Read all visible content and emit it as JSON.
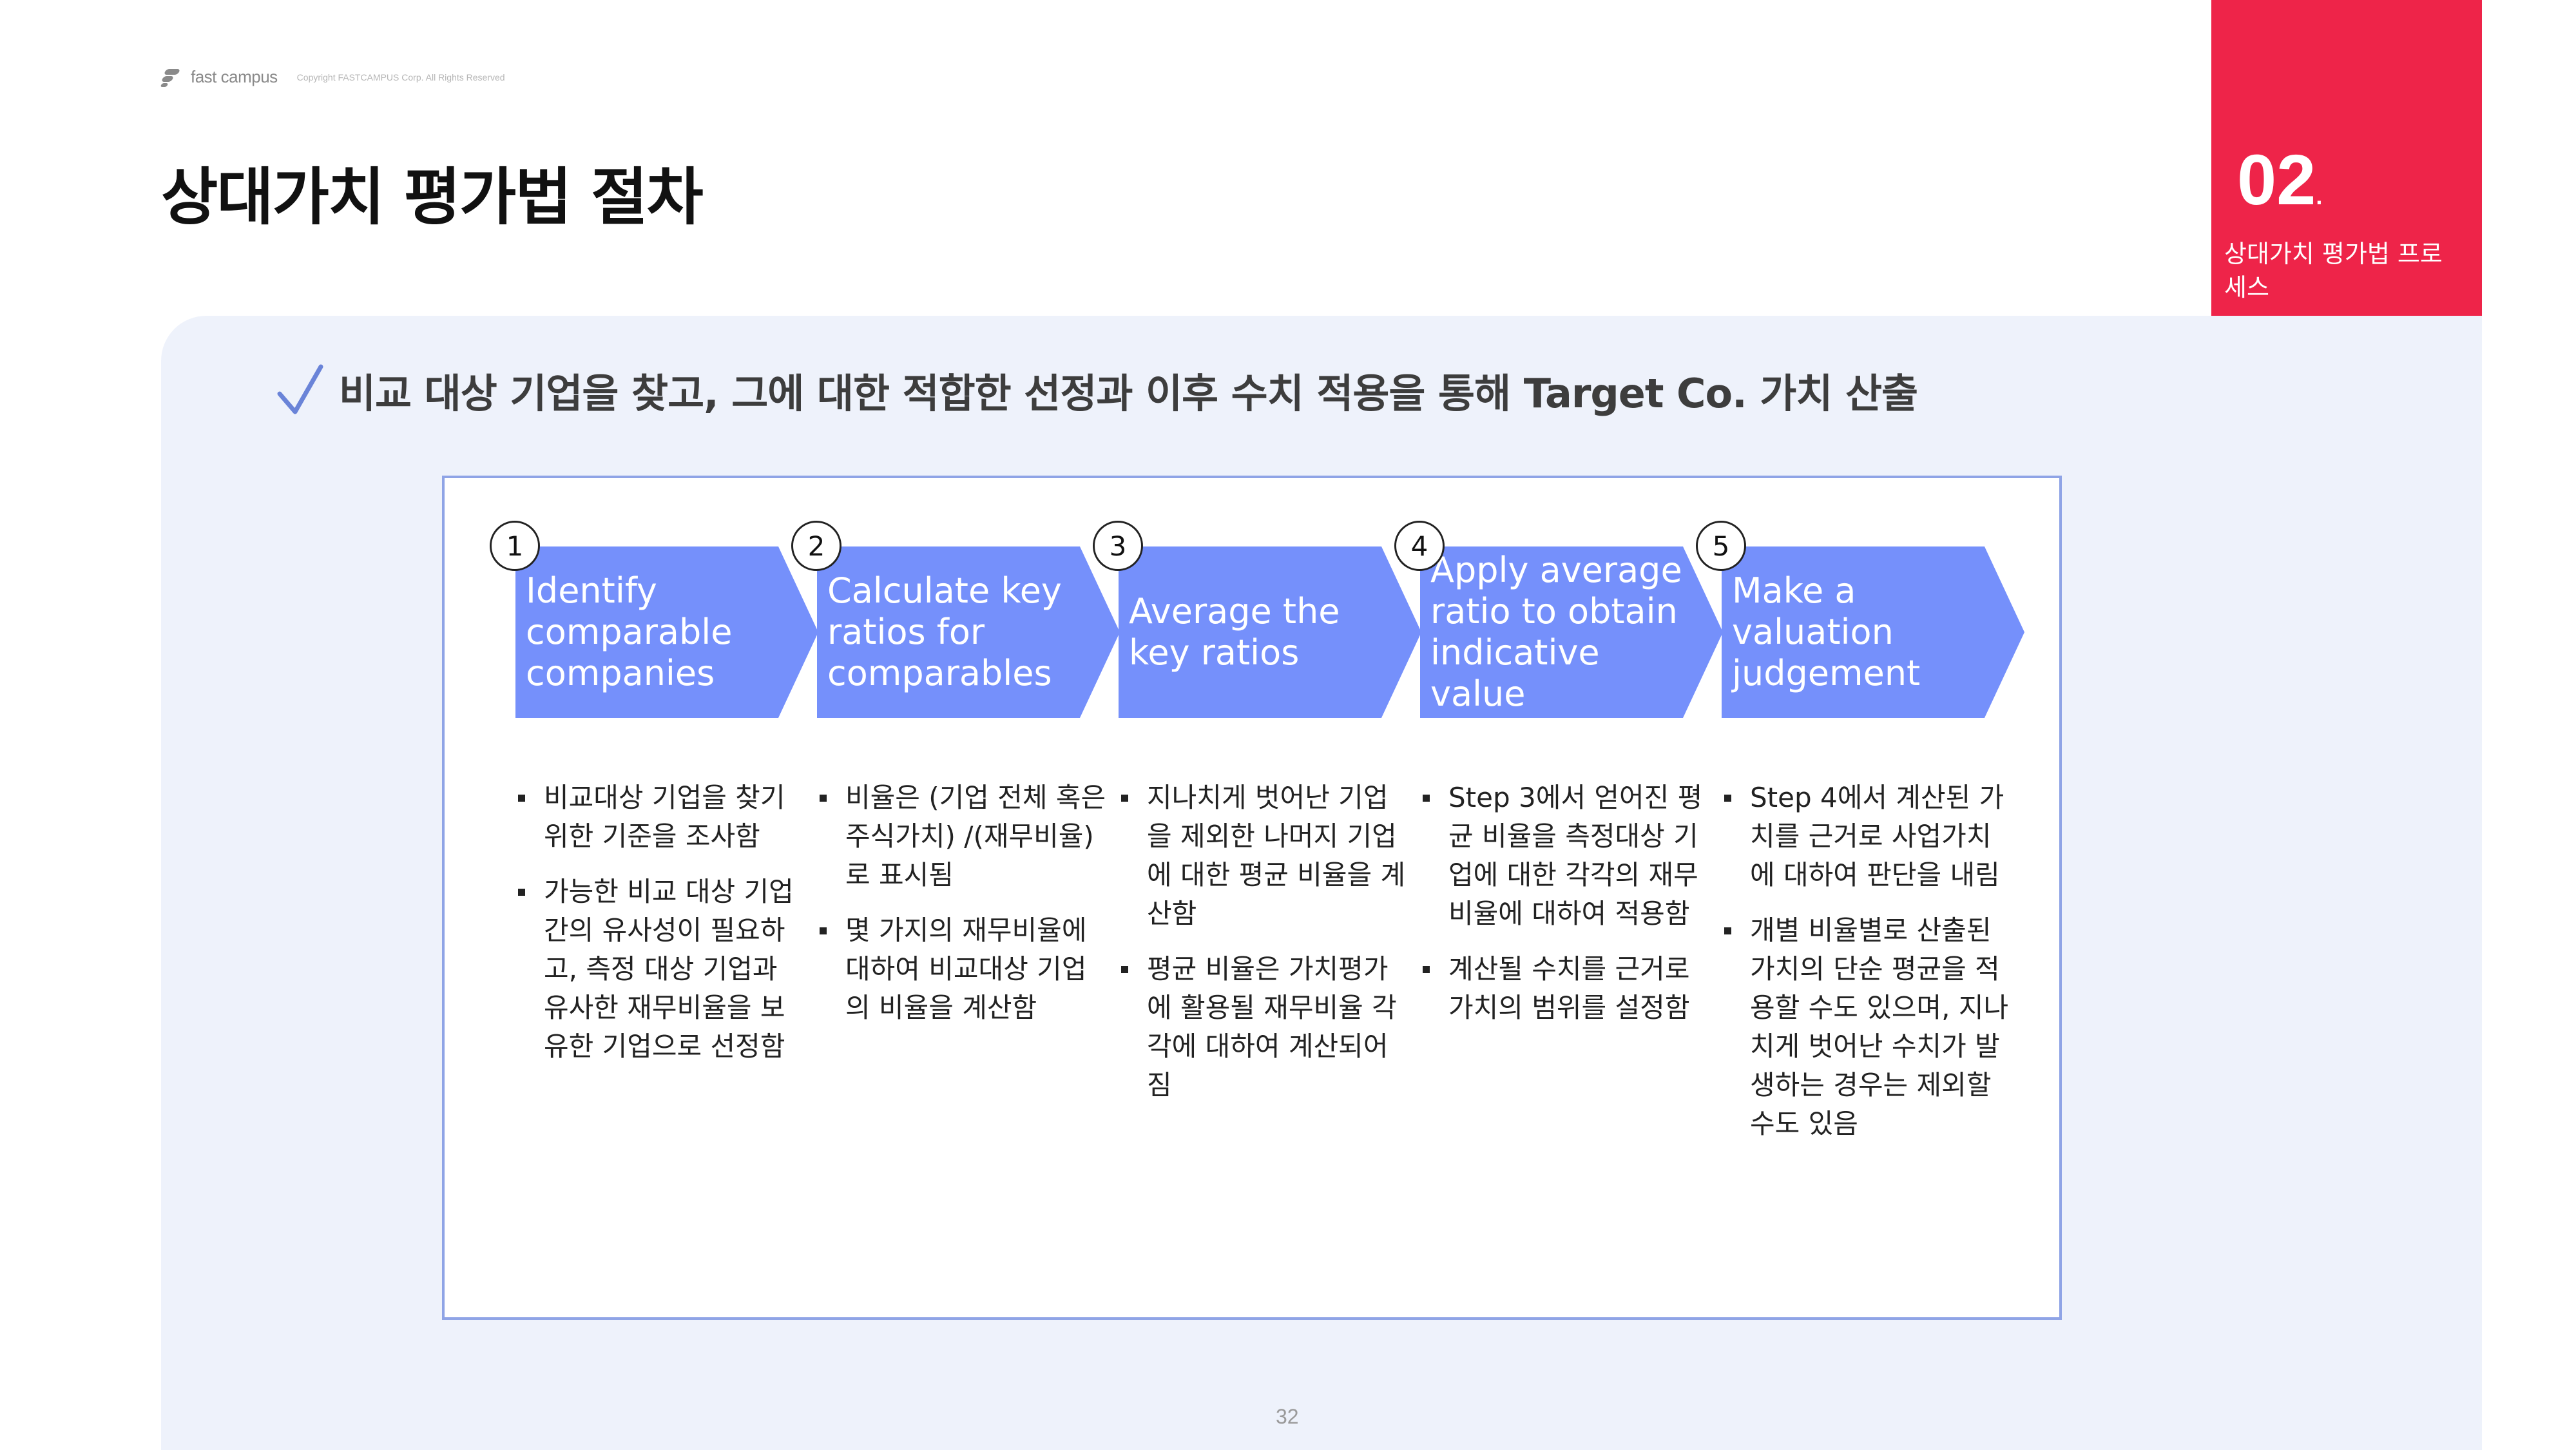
{
  "header": {
    "logo_text": "fast campus",
    "copyright": "Copyright FASTCAMPUS Corp. All Rights Reserved",
    "title": "상대가치 평가법 절차"
  },
  "ribbon": {
    "number": "02",
    "dot": ".",
    "subtitle": "상대가치 평가법 프로세스",
    "color": "#ee2449"
  },
  "headline": {
    "icon": "check-icon",
    "text": "비교 대상 기업을 찾고, 그에 대한 적합한 선정과 이후 수치 적용을 통해 Target Co. 가치 산출"
  },
  "steps": [
    {
      "number": "1",
      "label": "Identify comparable companies",
      "bullets": [
        "비교대상 기업을 찾기 위한 기준을 조사함",
        "가능한 비교 대상 기업간의 유사성이 필요하고, 측정 대상 기업과 유사한 재무비율을 보유한 기업으로 선정함"
      ]
    },
    {
      "number": "2",
      "label": "Calculate key ratios for comparables",
      "bullets": [
        "비율은 (기업 전체 혹은 주식가치) /(재무비율)로 표시됨",
        "몇 가지의 재무비율에 대하여 비교대상 기업의 비율을 계산함"
      ]
    },
    {
      "number": "3",
      "label": "Average the key ratios",
      "bullets": [
        "지나치게 벗어난 기업을 제외한 나머지 기업에 대한 평균 비율을 계산함",
        "평균 비율은 가치평가에 활용될 재무비율 각각에 대하여 계산되어짐"
      ]
    },
    {
      "number": "4",
      "label": "Apply average ratio to obtain indicative value",
      "bullets": [
        "Step 3에서 얻어진 평균 비율을 측정대상 기업에 대한 각각의 재무비율에 대하여 적용함",
        "계산될 수치를 근거로 가치의 범위를 설정함"
      ]
    },
    {
      "number": "5",
      "label": "Make a valuation judgement",
      "bullets": [
        "Step 4에서 계산된 가치를 근거로 사업가치에 대하여 판단을 내림",
        "개별 비율별로 산출된 가치의 단순 평균을 적용할 수도 있으며, 지나치게 벗어난 수치가 발생하는 경우는 제외할 수도 있음"
      ]
    }
  ],
  "colors": {
    "chevron": "#7590fb",
    "panel": "#eef2fb",
    "diagram_border": "#8fa4e6",
    "check": "#6a84d8"
  },
  "footer": {
    "page_number": "32"
  }
}
